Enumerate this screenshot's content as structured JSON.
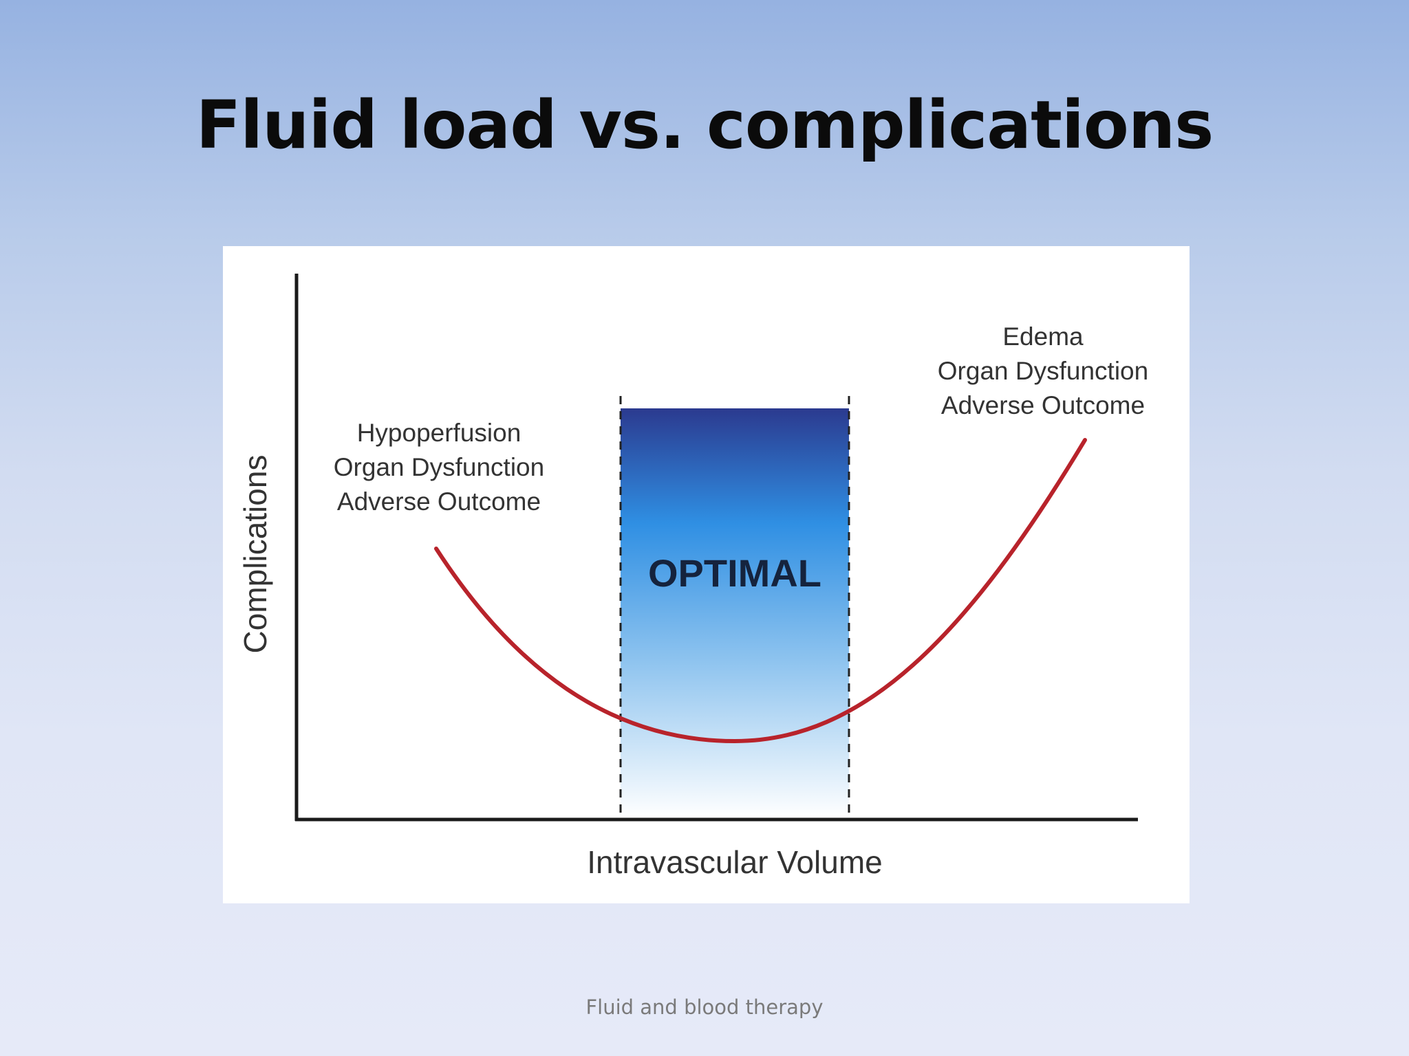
{
  "slide": {
    "title": "Fluid load vs. complications",
    "footer": "Fluid and blood therapy"
  },
  "diagram": {
    "x_axis_label": "Intravascular Volume",
    "y_axis_label": "Complications",
    "optimal_label": "OPTIMAL",
    "left_annotation": [
      "Hypoperfusion",
      "Organ Dysfunction",
      "Adverse Outcome"
    ],
    "right_annotation": [
      "Edema",
      "Organ Dysfunction",
      "Adverse Outcome"
    ],
    "colors": {
      "curve": "#b8232b",
      "optimal_top": "#2b3a8f",
      "optimal_mid": "#2e8fe0",
      "optimal_bottom": "#ffffff",
      "axis": "#1a1a1a"
    }
  }
}
